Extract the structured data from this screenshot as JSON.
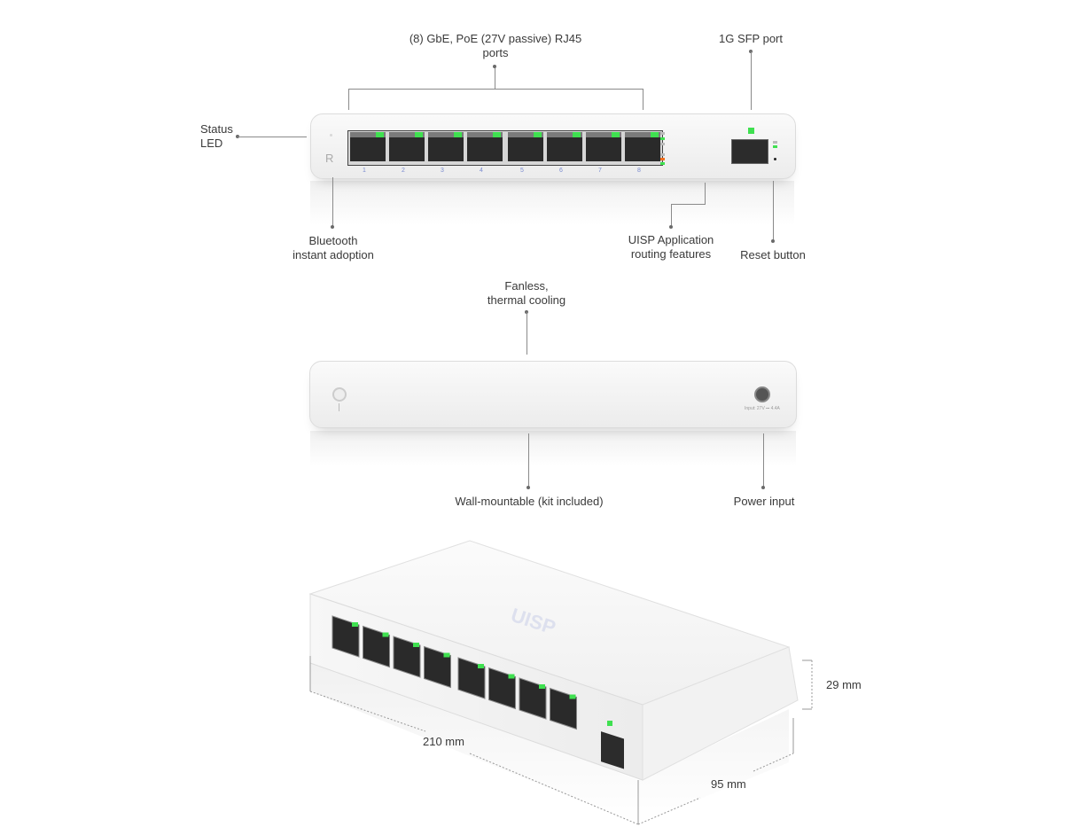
{
  "front_view": {
    "callouts": {
      "rj45_ports": "(8) GbE, PoE (27V passive) RJ45\nports",
      "rj45_ports_line1": "(8) GbE, PoE (27V passive) RJ45",
      "rj45_ports_line2": "ports",
      "sfp_port": "1G SFP port",
      "status_led_line1": "Status",
      "status_led_line2": "LED",
      "bluetooth_line1": "Bluetooth",
      "bluetooth_line2": "instant adoption",
      "uisp_line1": "UISP Application",
      "uisp_line2": "routing features",
      "reset": "Reset button"
    },
    "port_numbers": [
      "1",
      "2",
      "3",
      "4",
      "5",
      "6",
      "7",
      "8"
    ],
    "logo_letter": "R",
    "led_color": "#3fe050",
    "warn_led_color": "#f07020"
  },
  "rear_view": {
    "callouts": {
      "fanless_line1": "Fanless,",
      "fanless_line2": "thermal cooling",
      "wall_mount": "Wall-mountable (kit included)",
      "power_input": "Power input"
    },
    "power_rating": "Input: 27V ⎓ 4.4A"
  },
  "iso_view": {
    "brand": "UISP",
    "dimensions": {
      "width": "210 mm",
      "depth": "95 mm",
      "height": "29 mm"
    }
  }
}
